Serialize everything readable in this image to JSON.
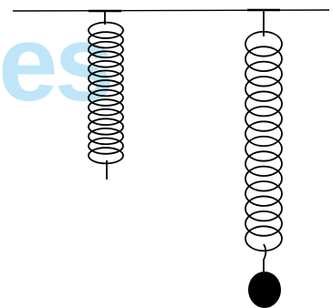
{
  "watermark": {
    "text": "es",
    "color": "#bfe6f8"
  },
  "colors": {
    "stroke": "#000000",
    "mass": "#000000",
    "background": "#ffffff"
  },
  "springs": [
    {
      "id": "unloaded",
      "coils": 14,
      "has_mass": false
    },
    {
      "id": "loaded",
      "coils": 14,
      "has_mass": true
    }
  ]
}
